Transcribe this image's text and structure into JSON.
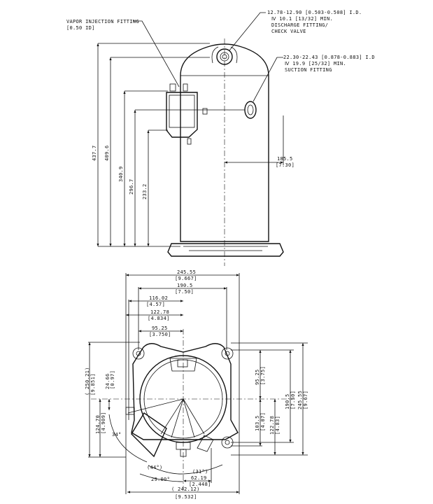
{
  "side_view": {
    "vapor_injection": [
      "VAPOR INJECTION FITTING",
      "[0.50 ID]"
    ],
    "discharge": [
      "12.78-12.90 [0.503-0.508] I.D.",
      "Ⅳ 10.1 [13/32] MIN.",
      "DISCHARGE FITTING/",
      "CHECK VALVE"
    ],
    "suction": [
      "22.30-22.43 [0.878-0.883] I.D",
      "Ⅳ 19.9 [25/32] MIN.",
      "SUCTION FITTING"
    ],
    "heights": [
      "437.7",
      "409.6",
      "340.9",
      "296.7",
      "233.2"
    ],
    "suction_offset": [
      "185.5",
      "[7.30]"
    ]
  },
  "bottom_view": {
    "top_dims": [
      [
        "245.55",
        "[9.667]"
      ],
      [
        "190.5",
        "[7.50]"
      ],
      [
        "116.02",
        "[4.57]"
      ],
      [
        "122.78",
        "[4.834]"
      ],
      [
        "95.25",
        "[3.750]"
      ]
    ],
    "left_dims": [
      [
        "( 250.21)",
        "[9.851]"
      ],
      [
        "24.66",
        "[0.97]"
      ],
      [
        "124.70",
        "[4.909]"
      ]
    ],
    "right_dims": [
      [
        "95.25",
        "[3.75]"
      ],
      [
        "103.5",
        "[4.07]"
      ],
      [
        "122.78",
        "[4.83]"
      ],
      [
        "190.5",
        "[7.50]"
      ],
      [
        "245.55",
        "[9.67]"
      ]
    ],
    "angles": [
      "34°",
      "(44°)",
      "(31°)",
      "29.00°"
    ],
    "bottom_dims": [
      [
        "62.19",
        "[2.448]"
      ],
      [
        "( 242.12)",
        "[9.532]"
      ]
    ]
  }
}
